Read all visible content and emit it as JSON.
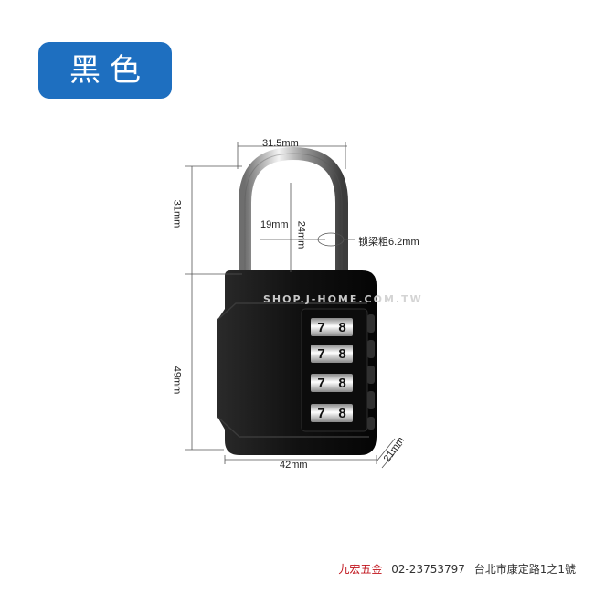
{
  "header": {
    "color_label": "黑色"
  },
  "dimensions": {
    "top_width": "31.5mm",
    "shackle_height": "31mm",
    "inner_width": "19mm",
    "inner_height": "24mm",
    "shackle_thickness": "锁梁粗6.2mm",
    "body_height": "49mm",
    "body_width": "42mm",
    "body_depth": "21mm"
  },
  "dials": {
    "digits": [
      "7",
      "8"
    ],
    "rows": 4
  },
  "watermark": "SHOP.J-HOME.COM.TW",
  "footer": {
    "store_name": "九宏五金",
    "phone": "02-23753797",
    "address": "台北市康定路1之1號"
  },
  "colors": {
    "badge": "#1e6fc0",
    "lock_body": "#151515",
    "store_name": "#c0141c"
  }
}
